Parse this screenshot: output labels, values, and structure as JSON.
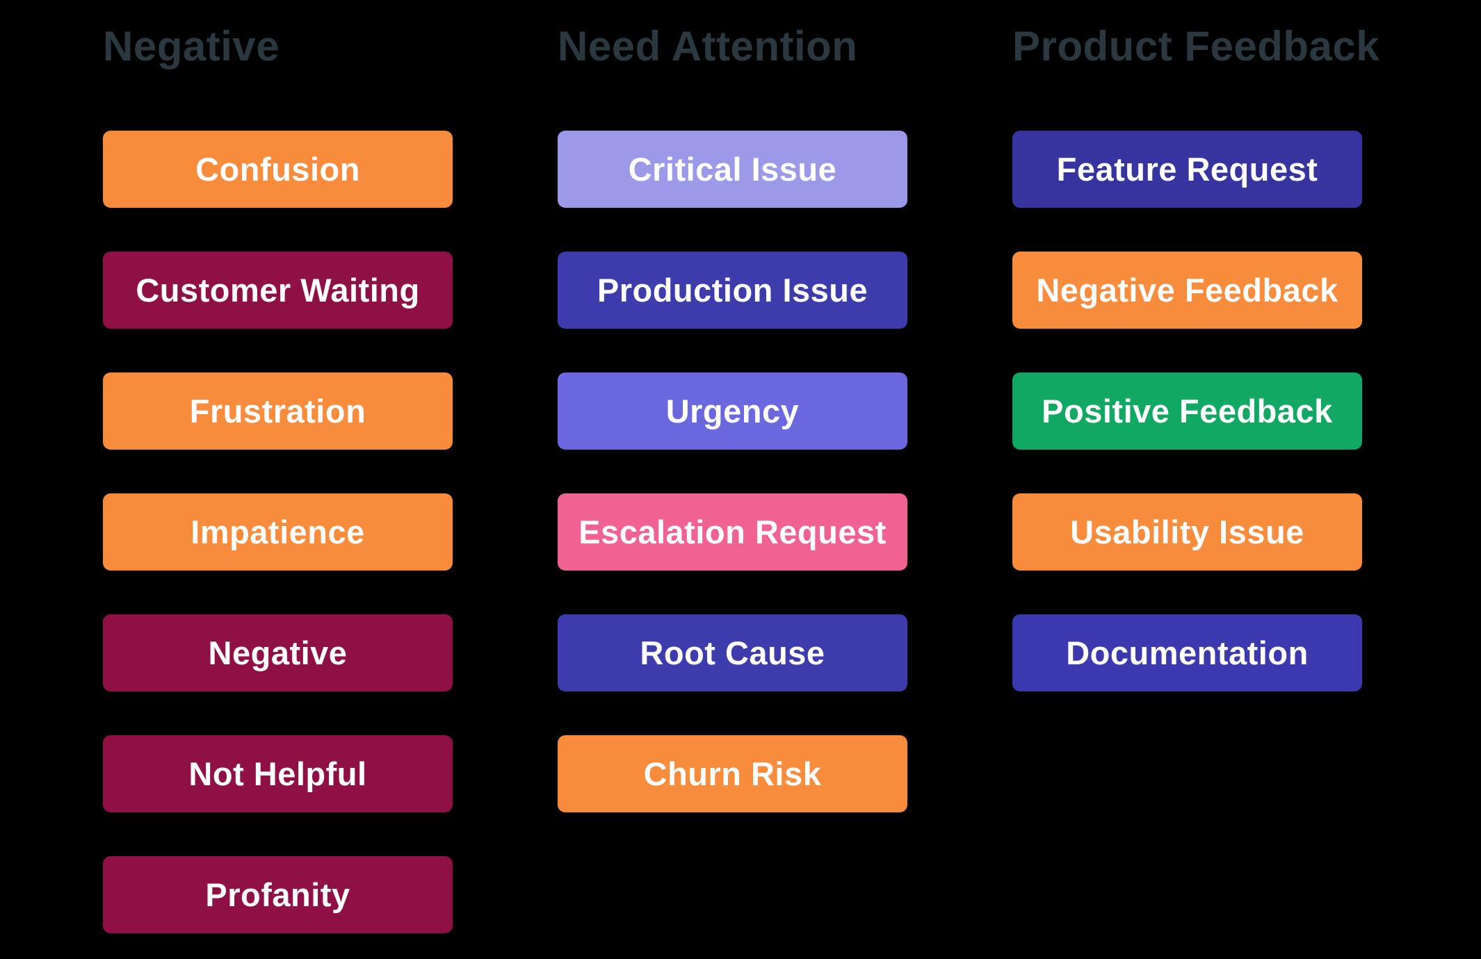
{
  "page": {
    "background_color": "#000000",
    "header_text_color": "#2B3840",
    "badge_text_color": "#FFFFFF"
  },
  "palette": {
    "orange": "#F78C3C",
    "maroon": "#8E1044",
    "periwinkle_light": "#9B99E8",
    "indigo": "#3E3CAD",
    "indigo_dark": "#37349F",
    "purple": "#6B67DE",
    "pink": "#EF6291",
    "green": "#10A863"
  },
  "columns": [
    {
      "title": "Negative",
      "tags": [
        {
          "label": "Confusion",
          "color": "#F78C3C"
        },
        {
          "label": "Customer Waiting",
          "color": "#8E1044"
        },
        {
          "label": "Frustration",
          "color": "#F78C3C"
        },
        {
          "label": "Impatience",
          "color": "#F78C3C"
        },
        {
          "label": "Negative",
          "color": "#8E1044"
        },
        {
          "label": "Not Helpful",
          "color": "#8E1044"
        },
        {
          "label": "Profanity",
          "color": "#8E1044"
        }
      ]
    },
    {
      "title": "Need Attention",
      "tags": [
        {
          "label": "Critical Issue",
          "color": "#9B99E8"
        },
        {
          "label": "Production Issue",
          "color": "#3E3CAD"
        },
        {
          "label": "Urgency",
          "color": "#6B67DE"
        },
        {
          "label": "Escalation Request",
          "color": "#EF6291"
        },
        {
          "label": "Root Cause",
          "color": "#3E3BAD"
        },
        {
          "label": "Churn Risk",
          "color": "#F78C3C"
        }
      ]
    },
    {
      "title": "Product Feedback",
      "tags": [
        {
          "label": "Feature Request",
          "color": "#37349F"
        },
        {
          "label": "Negative Feedback",
          "color": "#F78C3C"
        },
        {
          "label": "Positive Feedback",
          "color": "#10A863"
        },
        {
          "label": "Usability Issue",
          "color": "#F78C3C"
        },
        {
          "label": "Documentation",
          "color": "#3C39AE"
        }
      ]
    }
  ]
}
